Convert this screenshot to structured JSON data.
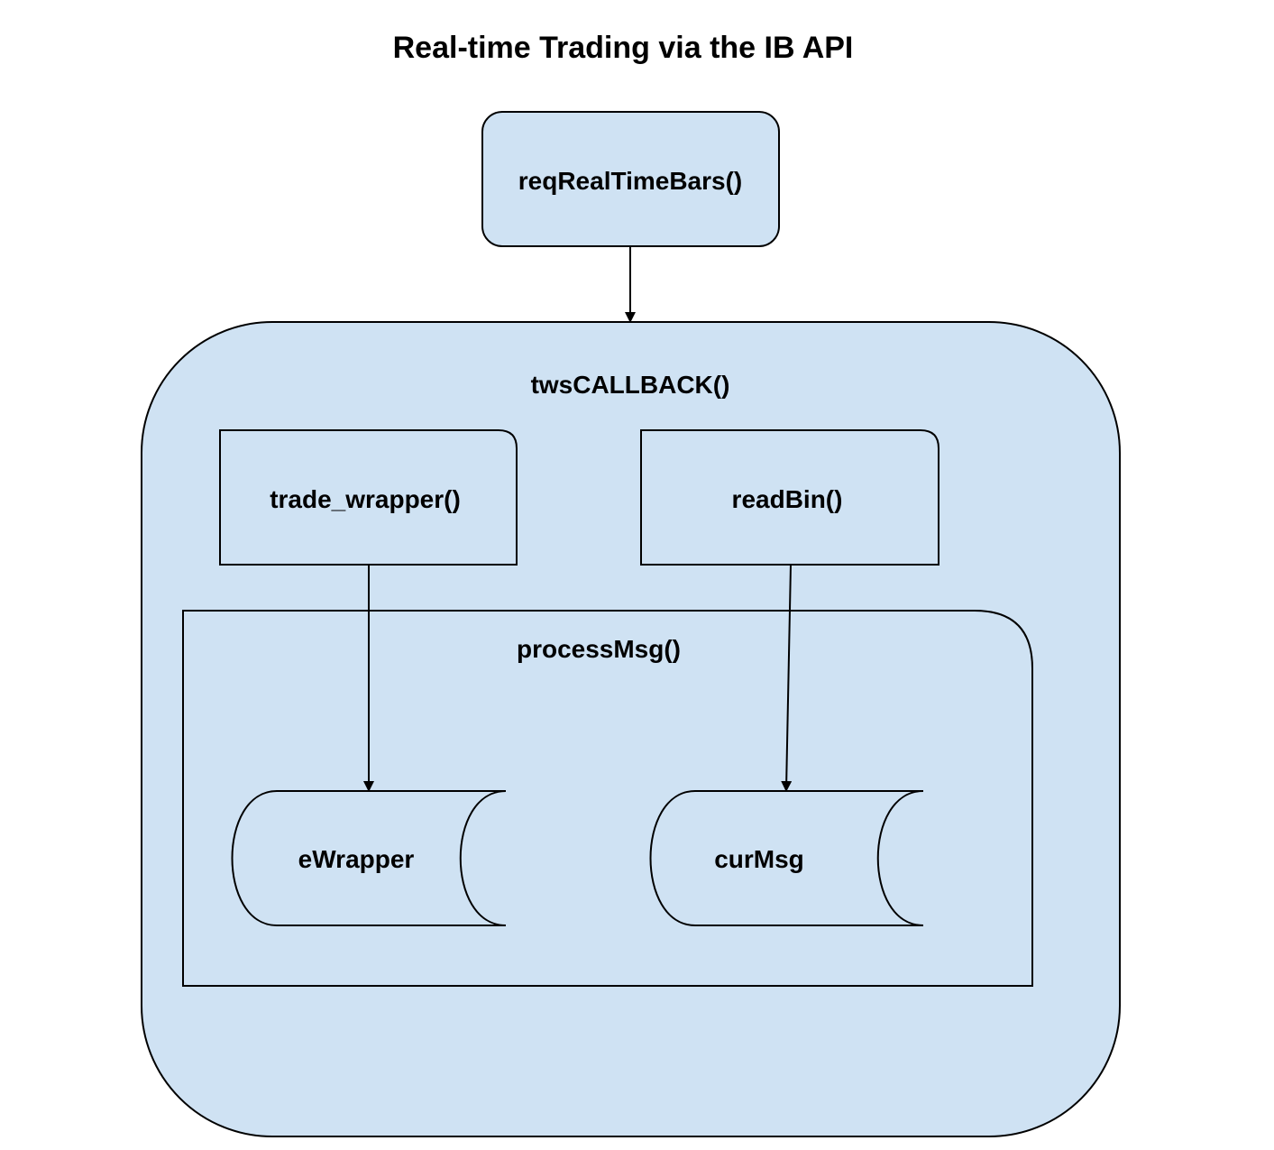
{
  "title": "Real-time Trading via the IB API",
  "colors": {
    "node_fill": "#cfe2f3",
    "stroke": "#000000",
    "background": "#ffffff"
  },
  "nodes": {
    "req_real_time_bars": "reqRealTimeBars()",
    "tws_callback": "twsCALLBACK()",
    "trade_wrapper": "trade_wrapper()",
    "read_bin": "readBin()",
    "process_msg": "processMsg()",
    "e_wrapper": "eWrapper",
    "cur_msg": "curMsg"
  },
  "edges": [
    {
      "from": "reqRealTimeBars()",
      "to": "twsCALLBACK()"
    },
    {
      "from": "trade_wrapper()",
      "to": "eWrapper"
    },
    {
      "from": "readBin()",
      "to": "curMsg"
    }
  ]
}
